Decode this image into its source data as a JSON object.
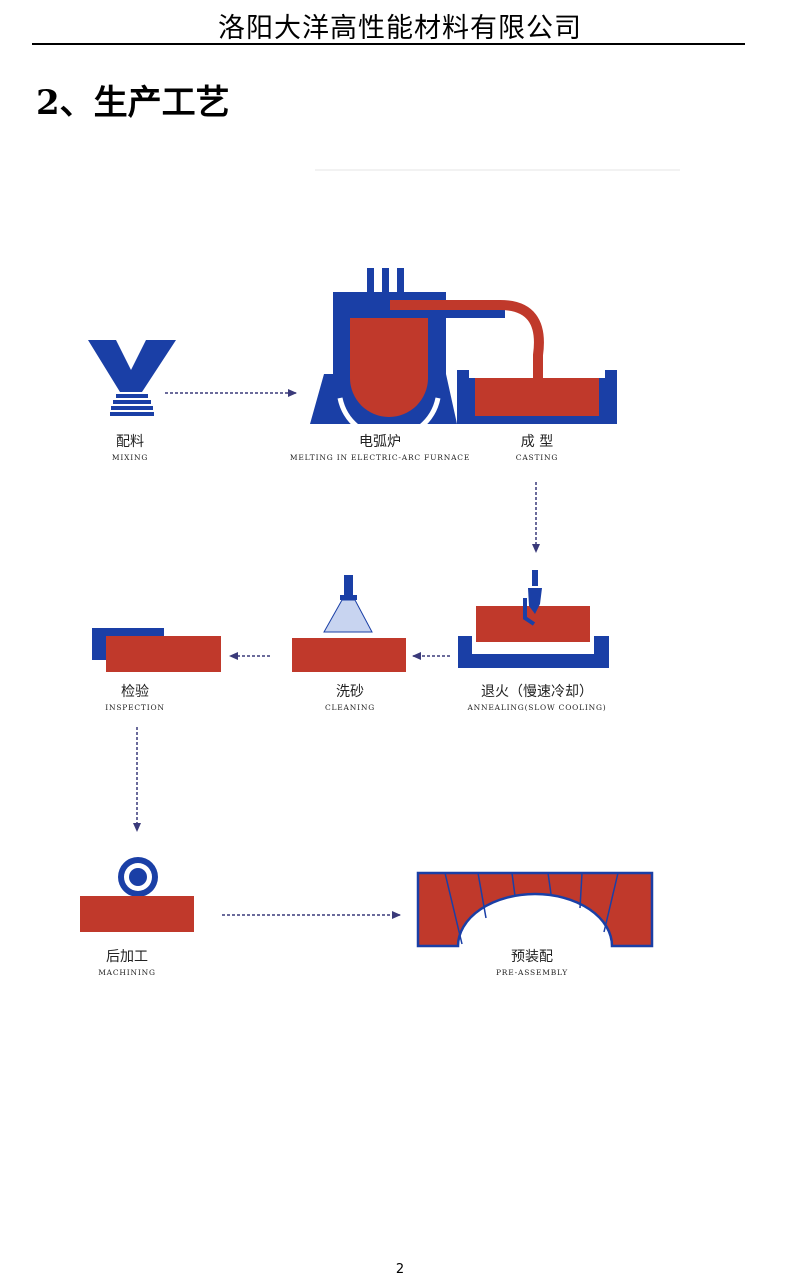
{
  "header": {
    "company": "洛阳大洋高性能材料有限公司"
  },
  "section": {
    "title": "2、生产工艺"
  },
  "colors": {
    "blue": "#1a3fa6",
    "red": "#c0392b",
    "arrow": "#3a3a7a"
  },
  "steps": {
    "mixing": {
      "cn": "配料",
      "en": "MIXING"
    },
    "melting": {
      "cn": "电弧炉",
      "en": "MELTING IN ELECTRIC-ARC FURNACE"
    },
    "casting": {
      "cn": "成 型",
      "en": "CASTING"
    },
    "annealing": {
      "cn": "退火（慢速冷却）",
      "en": "ANNEALING(SLOW COOLING)"
    },
    "cleaning": {
      "cn": "洗砂",
      "en": "CLEANING"
    },
    "inspection": {
      "cn": "检验",
      "en": "INSPECTION"
    },
    "machining": {
      "cn": "后加工",
      "en": "MACHINING"
    },
    "assembly": {
      "cn": "预装配",
      "en": "PRE-ASSEMBLY"
    }
  },
  "footer": {
    "page": "2"
  }
}
